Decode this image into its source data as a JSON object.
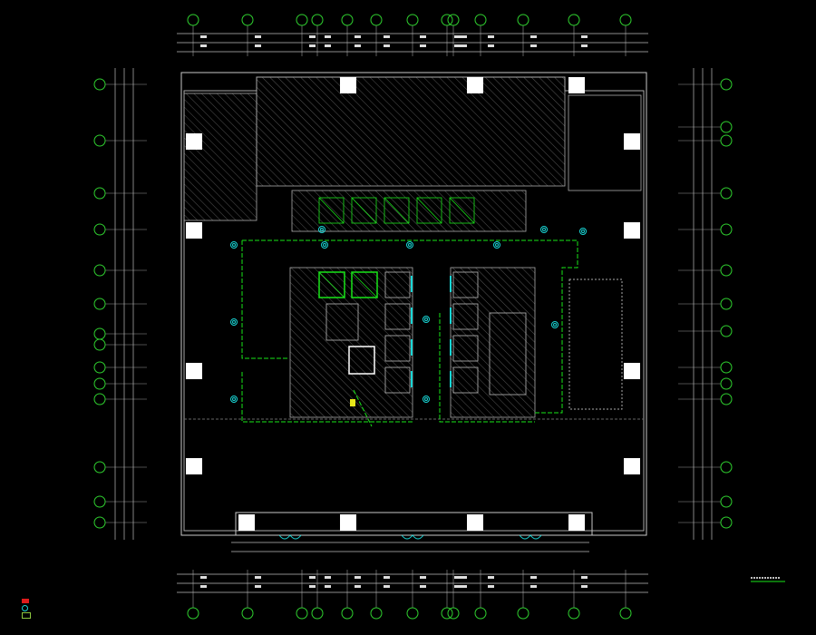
{
  "drawing": {
    "type": "architectural floor plan",
    "colors": {
      "background": "#000000",
      "wall": "#c8c8c8",
      "hatch": "#8a8a8a",
      "column": "#ffffff",
      "axis_bubble": "#2fd02f",
      "emergency_route": "#19e619",
      "sensor": "#19d6d6",
      "legend_alarm": "#e01b1b"
    }
  },
  "legend": {
    "items": [
      {
        "symbol": "red-box",
        "color": "#e01b1b"
      },
      {
        "symbol": "cyan-circle",
        "color": "#19d6d6"
      },
      {
        "symbol": "green-box",
        "color": "#8cc63f"
      }
    ]
  }
}
